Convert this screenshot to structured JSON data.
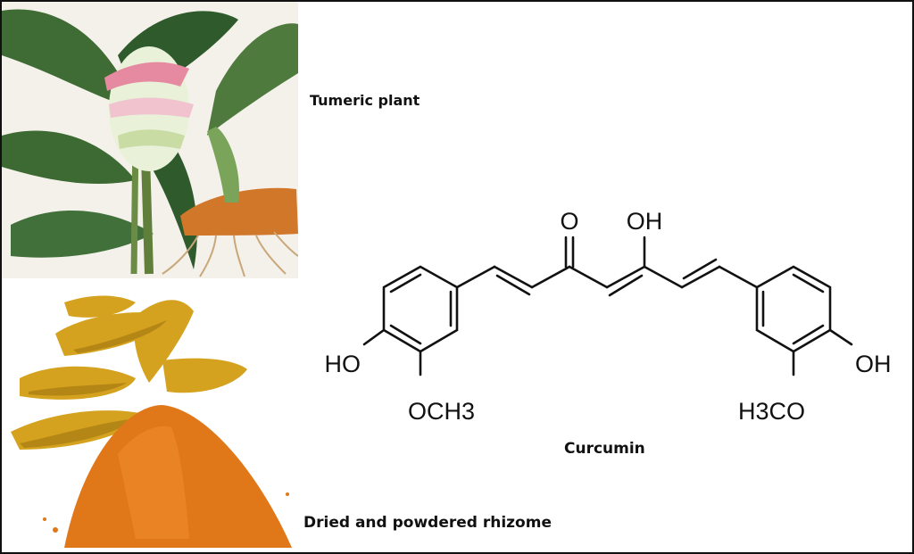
{
  "captions": {
    "plant": "Tumeric plant",
    "rhizome": "Dried and powdered rhizome",
    "molecule": "Curcumin"
  },
  "structure": {
    "atoms": {
      "carbonyl_o": "O",
      "enol_oh": "OH",
      "left_hydroxyl": "HO",
      "left_methoxy": "OCH3",
      "right_hydroxyl": "OH",
      "right_methoxy": "H3CO"
    }
  },
  "illustrations": {
    "plant_image": "turmeric-plant-illustration",
    "rhizome_image": "turmeric-rhizome-and-powder-photo"
  }
}
